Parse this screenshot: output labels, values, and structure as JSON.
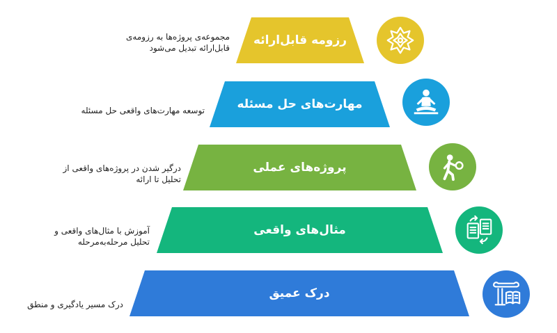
{
  "colors": {
    "level1": "#e5c52c",
    "level2": "#1aa0dc",
    "level3": "#77b341",
    "level4": "#14b67d",
    "level5": "#2f7bd9",
    "text": "#1f1f1f"
  },
  "pyramid": {
    "levels": [
      {
        "title": "رزومه قابل‌ارائه",
        "description_lines": [
          "مجموعه‌ی پروژه‌ها به رزومه‌ی",
          "قابل‌ارائه تبدیل می‌شود"
        ],
        "icon": "flower-badge-icon"
      },
      {
        "title": "مهارت‌های حل مسئله",
        "description_lines": [
          "توسعه مهارت‌های واقعی حل مسئله"
        ],
        "icon": "meditation-icon"
      },
      {
        "title": "پروژه‌های عملی",
        "description_lines": [
          "درگیر شدن در پروژه‌های واقعی از",
          "تحلیل تا ارائه"
        ],
        "icon": "person-ball-icon"
      },
      {
        "title": "مثال‌های واقعی",
        "description_lines": [
          "آموزش با مثال‌های واقعی و",
          "تحلیل مرحله‌به‌مرحله"
        ],
        "icon": "documents-exchange-icon"
      },
      {
        "title": "درک عمیق",
        "description_lines": [
          "درک مسیر یادگیری و منطق"
        ],
        "icon": "column-book-icon"
      }
    ]
  }
}
